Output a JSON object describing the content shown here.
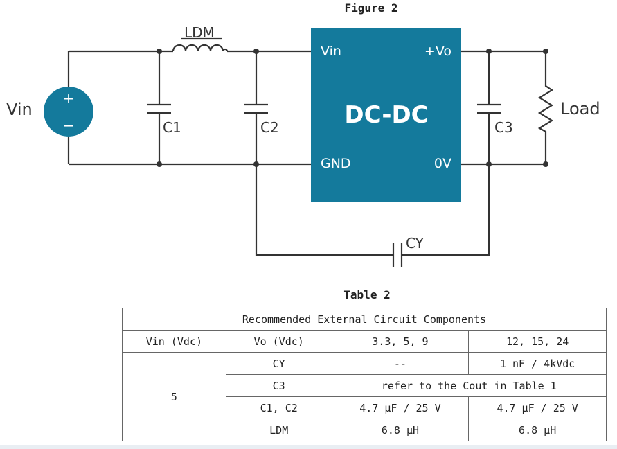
{
  "figure": {
    "title": "Figure 2",
    "labels": {
      "vin_left": "Vin",
      "plus": "+",
      "minus": "−",
      "ldm": "LDM",
      "c1": "C1",
      "c2": "C2",
      "c3": "C3",
      "cy": "CY",
      "load": "Load",
      "chip": "DC-DC",
      "pin_vin": "Vin",
      "pin_vo": "+Vo",
      "pin_gnd": "GND",
      "pin_0v": "0V"
    },
    "colors": {
      "chip": "#147a9c",
      "source": "#147a9c",
      "wire": "#333333"
    }
  },
  "table": {
    "title": "Table 2",
    "caption": "Recommended External Circuit Components",
    "headers": [
      "Vin (Vdc)",
      "Vo (Vdc)",
      "3.3, 5, 9",
      "12, 15, 24"
    ],
    "vin_value": "5",
    "rows": [
      {
        "component": "CY",
        "low": "--",
        "high": "1 nF / 4kVdc"
      },
      {
        "component": "C3",
        "merged": "refer to the Cout in Table 1"
      },
      {
        "component": "C1, C2",
        "low": "4.7 μF / 25 V",
        "high": "4.7 μF / 25 V"
      },
      {
        "component": "LDM",
        "low": "6.8 μH",
        "high": "6.8 μH"
      }
    ]
  }
}
